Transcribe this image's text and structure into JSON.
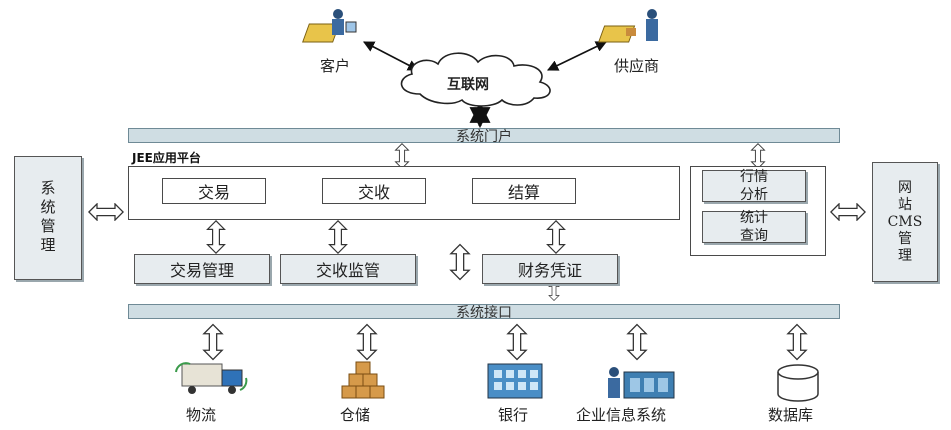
{
  "actors": {
    "customer": "客户",
    "supplier": "供应商",
    "internet": "互联网"
  },
  "portal_bar": "系统门户",
  "interface_bar": "系统接口",
  "platform": {
    "title": "JEE应用平台",
    "modules": [
      "交易",
      "交收",
      "结算"
    ]
  },
  "sub_modules": [
    "交易管理",
    "交收监管",
    "财务凭证"
  ],
  "analysis": {
    "market": [
      "行情",
      "分析"
    ],
    "stats": [
      "统计",
      "查询"
    ]
  },
  "side": {
    "system_mgmt": "系统管理",
    "cms_mgmt": [
      "网",
      "站",
      "CMS",
      "管",
      "理"
    ]
  },
  "externals": [
    "物流",
    "仓储",
    "银行",
    "企业信息系统",
    "数据库"
  ],
  "colors": {
    "bar_fill": "#cfdde3",
    "arrow_fill": "#ffffff",
    "stroke": "#333333"
  }
}
